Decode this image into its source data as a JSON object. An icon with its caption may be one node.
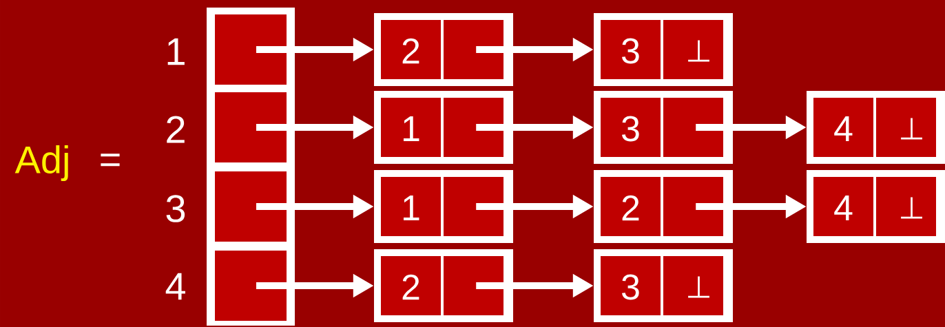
{
  "diagram": {
    "nodes": [
      {
        "text": [],
        "shape": "box"
      },
      {
        "text": [],
        "shape": "box",
        "in": 0
      },
      {
        "text": [],
        "shape": "box",
        "in": 0
      },
      {
        "text": [],
        "shape": "box",
        "in": 0
      },
      {
        "text": [],
        "shape": "box",
        "in": 0
      },
      {
        "text": [
          "2"
        ]
      },
      {
        "text": [
          "3",
          "⊥"
        ]
      },
      {
        "text": [
          "1"
        ]
      },
      {
        "text": [
          "3"
        ]
      },
      {
        "text": [
          "4",
          "⊥"
        ]
      },
      {
        "text": [
          "1"
        ]
      },
      {
        "text": [
          "2"
        ]
      },
      {
        "text": [
          "4",
          "⊥"
        ]
      },
      {
        "text": [
          "2"
        ]
      },
      {
        "text": [
          "3",
          "⊥"
        ]
      }
    ],
    "edges": [
      {
        "from": 1,
        "to": 5,
        "arrow": "to"
      },
      {
        "from": 5,
        "to": 6,
        "arrow": "to"
      },
      {
        "from": 2,
        "to": 7,
        "arrow": "to"
      },
      {
        "from": 7,
        "to": 8,
        "arrow": "to"
      },
      {
        "from": 8,
        "to": 9,
        "arrow": "to"
      },
      {
        "from": 3,
        "to": 10,
        "arrow": "to"
      },
      {
        "from": 10,
        "to": 11,
        "arrow": "to"
      },
      {
        "from": 11,
        "to": 12,
        "arrow": "to"
      },
      {
        "from": 4,
        "to": 13,
        "arrow": "to"
      },
      {
        "from": 13,
        "to": 14,
        "arrow": "to"
      }
    ],
    "labels": [
      "Adj",
      "=",
      "1",
      "2",
      "3",
      "4"
    ]
  }
}
